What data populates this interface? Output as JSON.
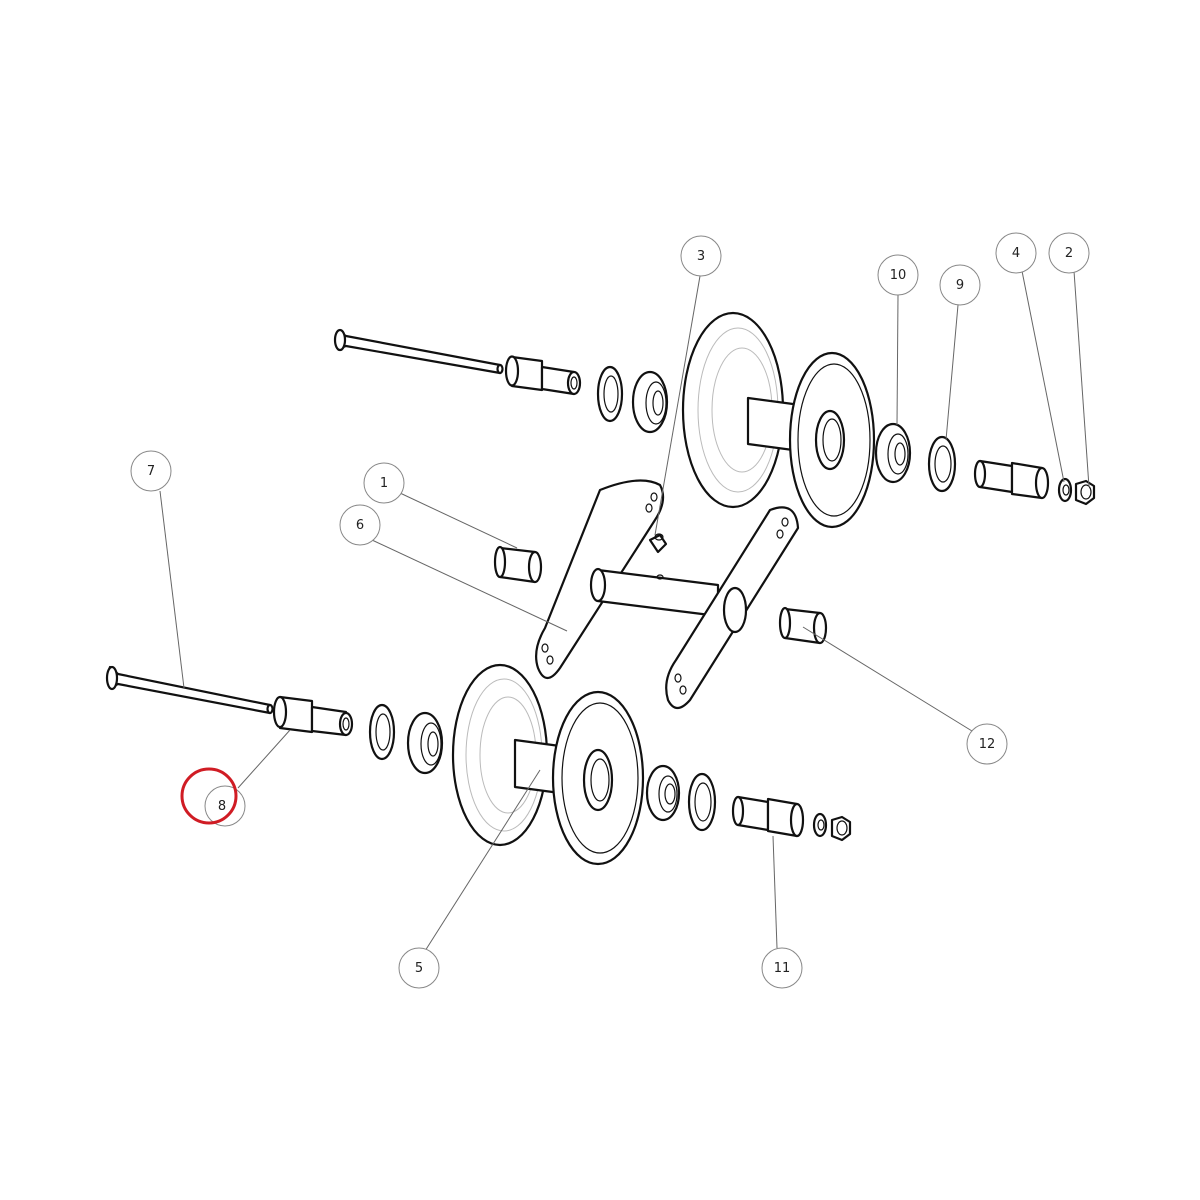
{
  "diagram": {
    "highlight_color": "#d01c24",
    "line_color": "#111111",
    "balloon_color": "#888888",
    "highlighted_callout": "8",
    "callouts": [
      {
        "id": "1",
        "label": "1"
      },
      {
        "id": "2",
        "label": "2"
      },
      {
        "id": "3",
        "label": "3"
      },
      {
        "id": "4",
        "label": "4"
      },
      {
        "id": "5",
        "label": "5"
      },
      {
        "id": "6",
        "label": "6"
      },
      {
        "id": "7",
        "label": "7"
      },
      {
        "id": "8",
        "label": "8"
      },
      {
        "id": "9",
        "label": "9"
      },
      {
        "id": "10",
        "label": "10"
      },
      {
        "id": "11",
        "label": "11"
      },
      {
        "id": "12",
        "label": "12"
      }
    ]
  }
}
